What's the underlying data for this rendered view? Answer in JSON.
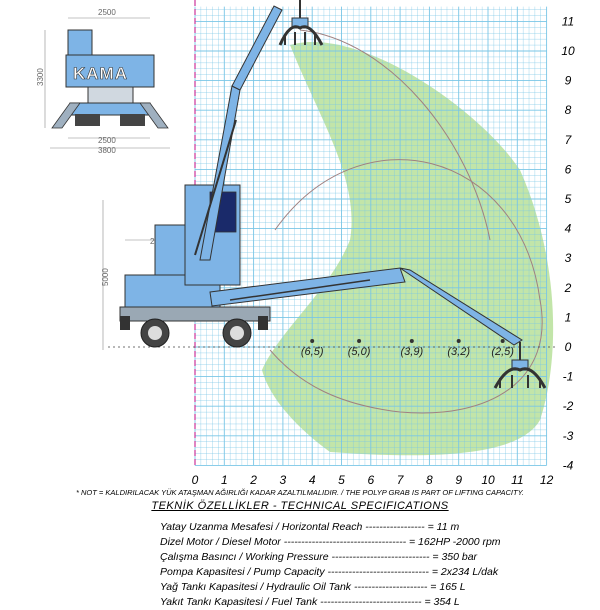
{
  "brand": "KAMA",
  "front_view": {
    "top_width": "2500",
    "height": "3300",
    "bottom_width_inner": "2500",
    "bottom_width_outer": "3800"
  },
  "side_view": {
    "height": "5000",
    "length": "2800"
  },
  "x_ticks": [
    "0",
    "1",
    "2",
    "3",
    "4",
    "5",
    "6",
    "7",
    "8",
    "9",
    "10",
    "11",
    "12"
  ],
  "y_ticks": [
    "11",
    "10",
    "9",
    "8",
    "7",
    "6",
    "5",
    "4",
    "3",
    "2",
    "1",
    "0",
    "-1",
    "-2",
    "-3",
    "-4"
  ],
  "capacity_points": [
    "(6,5)",
    "(5,0)",
    "(3,9)",
    "(3,2)",
    "(2,5)"
  ],
  "colors": {
    "grid": "#79c6e6",
    "zone": "#b7e09a",
    "machine": "#7eb4e6",
    "axis": "#cc3399"
  },
  "note": "* NOT = KALDIRILACAK YÜK ATAŞMAN AĞIRLIĞI KADAR AZALTILMALIDIR. / THE POLYP GRAB IS PART OF LIFTING CAPACITY.",
  "specs_title": "TEKNİK ÖZELLİKLER - TECHNICAL SPECIFICATIONS",
  "specs": [
    {
      "label": "Yatay Uzanma Mesafesi / Horizontal Reach",
      "dashes": " ----------------- = ",
      "value": "11 m"
    },
    {
      "label": "Dizel Motor / Diesel Motor",
      "dashes": " ----------------------------------- = ",
      "value": "162HP -2000 rpm"
    },
    {
      "label": "Çalışma Basıncı / Working Pressure",
      "dashes": " ---------------------------- = ",
      "value": "350 bar"
    },
    {
      "label": "Pompa Kapasitesi / Pump Capacity",
      "dashes": " ----------------------------- = ",
      "value": "2x234 L/dak"
    },
    {
      "label": "Yağ Tankı Kapasitesi / Hydraulic Oil Tank",
      "dashes": " --------------------- = ",
      "value": "165 L"
    },
    {
      "label": "Yakıt Tankı Kapasitesi / Fuel Tank",
      "dashes": " ----------------------------- = ",
      "value": "354 L"
    }
  ]
}
